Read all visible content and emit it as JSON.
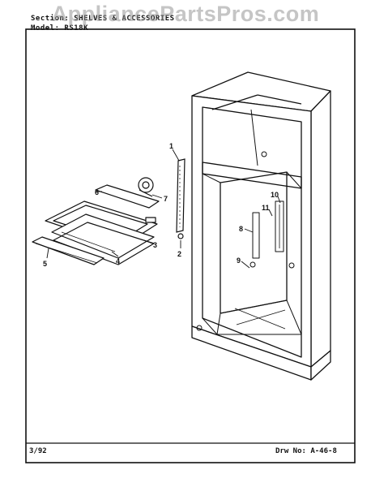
{
  "header": {
    "section_line": "Section: SHELVES & ACCESSORIES",
    "model_line": "Model: RS18K"
  },
  "watermark": "AppliancePartsPros.com",
  "parts": [
    {
      "id": "p1",
      "label": "1"
    },
    {
      "id": "p2",
      "label": "2"
    },
    {
      "id": "p3",
      "label": "3"
    },
    {
      "id": "p4",
      "label": "4"
    },
    {
      "id": "p5",
      "label": "5"
    },
    {
      "id": "p6",
      "label": "6"
    },
    {
      "id": "p7",
      "label": "7"
    },
    {
      "id": "p8",
      "label": "8"
    },
    {
      "id": "p9",
      "label": "9"
    },
    {
      "id": "p10",
      "label": "10"
    },
    {
      "id": "p11",
      "label": "11"
    }
  ],
  "footer": {
    "date": "3/92",
    "drawing_number": "Drw No:  A-46-8"
  },
  "colors": {
    "ink": "#111111",
    "watermark": "#969696",
    "paper": "#ffffff"
  }
}
